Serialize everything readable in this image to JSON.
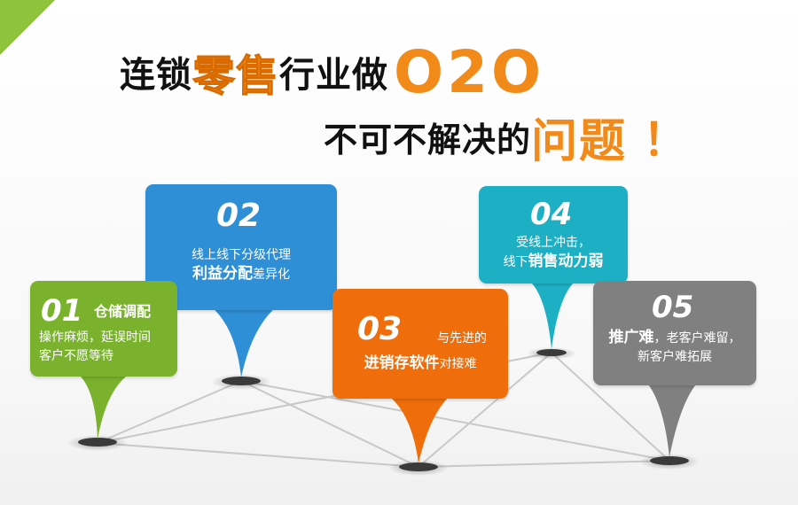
{
  "title": {
    "line1": {
      "part1": "连锁",
      "part2": "零售",
      "part3": "行业做",
      "part4": "O2O"
    },
    "line2": {
      "part1": "不可不解决的",
      "part2": "问题",
      "part3": "！"
    }
  },
  "cards": [
    {
      "number": "01",
      "heading": "仓储调配",
      "lines": [
        "操作麻烦，延误时间",
        "客户不愿等待"
      ],
      "color": "#7ab22e"
    },
    {
      "number": "02",
      "line1": "线上线下分级代理",
      "line2_bold": "利益分配",
      "line2_rest": "差异化",
      "color": "#2f8fd6"
    },
    {
      "number": "03",
      "line1": "与先进的",
      "line2_bold": "进销存软件",
      "line2_rest": "对接难",
      "color": "#ef6d0b"
    },
    {
      "number": "04",
      "line1": "受线上冲击，",
      "line2_prefix": "线下",
      "line2_bold": "销售动力弱",
      "color": "#1db0c4"
    },
    {
      "number": "05",
      "line1_bold": "推广难",
      "line1_rest": "，老客户难留，",
      "line2": "新客户难拓展",
      "color": "#808080"
    }
  ],
  "colors": {
    "accent_orange": "#f28a1a",
    "corner_green": "#8ec33c",
    "network_line": "#c8c8c8"
  }
}
